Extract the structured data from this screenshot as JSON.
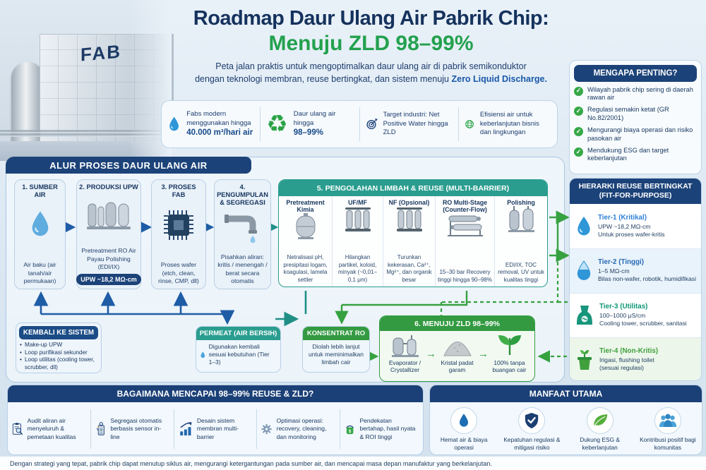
{
  "title": {
    "line1": "Roadmap Daur Ulang Air Pabrik Chip:",
    "line2": "Menuju ZLD 98–99%",
    "sub1": "Peta jalan praktis untuk mengoptimalkan daur ulang air di pabrik semikonduktor",
    "sub2": "dengan teknologi membran, reuse bertingkat, dan sistem menuju ",
    "sub2_bold": "Zero Liquid Discharge."
  },
  "photo": {
    "fab_label": "FAB"
  },
  "stats": {
    "items": [
      {
        "icon": "water-drop-icon",
        "text": "Fabs modern menggunakan hingga",
        "highlight": "40.000 m³/hari air"
      },
      {
        "icon": "recycle-icon",
        "text": "Daur ulang air hingga",
        "highlight": "98–99%"
      },
      {
        "icon": "target-icon",
        "text": "Target industri: Net Positive Water hingga ZLD",
        "highlight": ""
      },
      {
        "icon": "globe-icon",
        "text": "Efisiensi air untuk keberlanjutan bisnis dan lingkungan",
        "highlight": ""
      }
    ]
  },
  "why": {
    "title": "MENGAPA PENTING?",
    "items": [
      "Wilayah pabrik chip sering di daerah rawan air",
      "Regulasi semakin ketat (GR No.82/2001)",
      "Mengurangi biaya operasi dan risiko pasokan air",
      "Mendukung ESG dan target keberlanjutan"
    ]
  },
  "flow": {
    "title": "ALUR PROSES DAUR ULANG AIR",
    "steps": [
      {
        "icon": "water-drop-icon",
        "title": "1. SUMBER AIR",
        "desc": "Air baku (air tanah/air permukaan)"
      },
      {
        "icon": "upw-tanks-icon",
        "title": "2. PRODUKSI UPW",
        "desc": "Pretreatment RO Air Payau Polishing (EDI/IX)",
        "badge": "UPW ~18,2 MΩ-cm"
      },
      {
        "icon": "chip-icon",
        "title": "3. PROSES FAB",
        "desc": "Proses wafer (etch, clean, rinse, CMP, dll)"
      },
      {
        "icon": "pipe-icon",
        "title": "4. PENGUMPULAN & SEGREGASI",
        "desc": "Pisahkan aliran: kritis / menengah / berat secara otomatis"
      }
    ],
    "treatment": {
      "title": "5. PENGOLAHAN LIMBAH & REUSE (MULTI-BARRIER)",
      "cols": [
        {
          "icon": "chem-tank-icon",
          "title": "Pretreatment Kimia",
          "desc": "Netralisasi pH, presipitasi logam, koagulasi, lamela settler"
        },
        {
          "icon": "membrane-icon",
          "title": "UF/MF",
          "desc": "Hilangkan partikel, koloid, minyak (~0,01–0,1 μm)"
        },
        {
          "icon": "membrane-icon",
          "title": "NF (Opsional)",
          "desc": "Turunkan kekerasan, Ca²⁺, Mg²⁺, dan organik besar"
        },
        {
          "icon": "ro-skid-icon",
          "title": "RO Multi-Stage (Counter-Flow)",
          "desc": "15–30 bar Recovery tinggi hingga 90–98%"
        },
        {
          "icon": "polish-tanks-icon",
          "title": "Polishing",
          "desc": "EDI/IX, TOC removal, UV untuk kualitas tinggi"
        }
      ]
    }
  },
  "boxes": {
    "return": {
      "title": "KEMBALI KE SISTEM",
      "items": [
        "Make-up UPW",
        "Loop purifikasi sekunder",
        "Loop utilitas (cooling tower, scrubber, dll)"
      ]
    },
    "permeate": {
      "icon": "water-drop-icon",
      "title": "PERMEAT (AIR BERSIH)",
      "desc": "Digunakan kembali sesuai kebutuhan (Tier 1–3)"
    },
    "concentrate": {
      "title": "KONSENTRAT RO",
      "desc": "Diolah lebih lanjut untuk meminimalkan limbah cair"
    },
    "zld": {
      "title": "6. MENUJU ZLD 98–99%",
      "items": [
        {
          "icon": "evaporator-icon",
          "label": "Evaporator / Crystallizer"
        },
        {
          "icon": "salt-pile-icon",
          "label": "Kristal padat garam"
        },
        {
          "icon": "leaf-icon",
          "label": "100% tanpa buangan cair"
        }
      ]
    }
  },
  "hierarchy": {
    "title1": "HIERARKI REUSE BERTINGKAT",
    "title2": "(FIT-FOR-PURPOSE)",
    "tiers": [
      {
        "icon": "drop-full-icon",
        "color": "#2f80d6",
        "name": "Tier-1 (Kritikal)",
        "line1": "UPW ~18,2 MΩ-cm",
        "line2": "Untuk proses wafer-kritis"
      },
      {
        "icon": "drop-half-icon",
        "color": "#2569b3",
        "name": "Tier-2 (Tinggi)",
        "line1": "1–5 MΩ-cm",
        "line2": "Bilas non-wafer, robotik, humidifikasi"
      },
      {
        "icon": "cooling-tower-icon",
        "color": "#0f9678",
        "name": "Tier-3 (Utilitas)",
        "line1": "100–1000 μS/cm",
        "line2": "Cooling tower, scrubber, sanitasi"
      },
      {
        "icon": "plant-pot-icon",
        "color": "#3fa03c",
        "name": "Tier-4 (Non-Kritis)",
        "line1": "Irigasi, flushing toilet",
        "line2": "(sesuai regulasi)"
      }
    ]
  },
  "how": {
    "title": "BAGAIMANA MENCAPAI 98–99% REUSE & ZLD?",
    "items": [
      {
        "icon": "audit-clipboard-icon",
        "text": "Audit aliran air menyeluruh & pemetaan kualitas"
      },
      {
        "icon": "sensor-icon",
        "text": "Segregasi otomatis berbasis sensor in-line"
      },
      {
        "icon": "bar-chart-icon",
        "text": "Desain sistem membran multi-barrier"
      },
      {
        "icon": "gear-icon",
        "text": "Optimasi operasi: recovery, cleaning, dan monitoring"
      },
      {
        "icon": "money-bag-icon",
        "text": "Pendekatan bertahap, hasil nyata & ROI tinggi"
      }
    ]
  },
  "benefits": {
    "title": "MANFAAT UTAMA",
    "items": [
      {
        "icon": "water-drop-icon",
        "text": "Hemat air & biaya operasi"
      },
      {
        "icon": "shield-check-icon",
        "text": "Kepatuhan regulasi & mitigasi risiko"
      },
      {
        "icon": "leaf-icon",
        "text": "Dukung ESG & keberlanjutan"
      },
      {
        "icon": "people-icon",
        "text": "Kontribusi positif bagi komunitas"
      }
    ]
  },
  "footer": {
    "text": "Dengan strategi yang tepat, pabrik chip dapat menutup siklus air, mengurangi ketergantungan pada sumber air, dan mencapai masa depan manufaktur yang berkelanjutan."
  },
  "colors": {
    "navy": "#1b4077",
    "green": "#23a14e",
    "teal": "#2a9d8f",
    "blue_accent": "#2f96d8"
  }
}
